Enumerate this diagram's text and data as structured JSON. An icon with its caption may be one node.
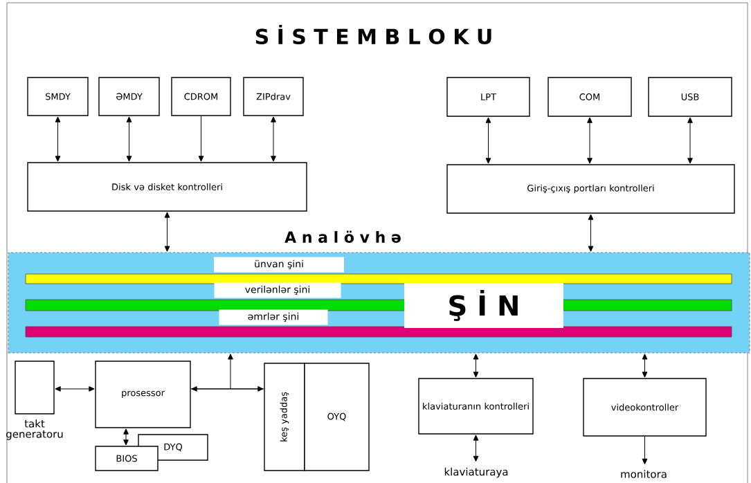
{
  "diagram": {
    "title": "S İ S T E M B L O K U",
    "nodes": [
      {
        "text": [
          "SMDY"
        ]
      },
      {
        "text": [
          "ƏMDY"
        ]
      },
      {
        "text": [
          "CDROM"
        ]
      },
      {
        "text": [
          "ZIPdrav"
        ]
      },
      {
        "text": [
          "LPT"
        ]
      },
      {
        "text": [
          "COM"
        ]
      },
      {
        "text": [
          "USB"
        ]
      },
      {
        "text": [
          "Disk və disket kontrolleri"
        ]
      },
      {
        "text": [
          "Giriş-çıxış portları kontrolleri"
        ]
      },
      {
        "text": [
          "A n a l ö v h ə"
        ]
      },
      {
        "text": [
          "ünvan şini"
        ],
        "in": 9
      },
      {
        "text": [
          "verilənlər şini"
        ],
        "in": 9
      },
      {
        "text": [
          "əmrlər şini"
        ],
        "in": 9
      },
      {
        "text": [
          "Ş İ N"
        ],
        "in": 9
      },
      {
        "text": [
          "takt generatoru"
        ]
      },
      {
        "text": [
          "prosessor"
        ]
      },
      {
        "text": [
          "DYQ"
        ]
      },
      {
        "text": [
          "BIOS"
        ]
      },
      {
        "text": [
          "keş yaddaş"
        ]
      },
      {
        "text": [
          "OYQ"
        ]
      },
      {
        "text": [
          "klaviaturanın kontrolleri"
        ]
      },
      {
        "text": [
          "videokontroller"
        ]
      },
      {
        "text": [
          "klaviaturaya"
        ]
      },
      {
        "text": [
          "monitora"
        ]
      }
    ],
    "edges": [
      {
        "from": 0,
        "to": 7,
        "arrow": "both"
      },
      {
        "from": 1,
        "to": 7,
        "arrow": "both"
      },
      {
        "from": 2,
        "to": 7,
        "arrow": "to"
      },
      {
        "from": 3,
        "to": 7,
        "arrow": "both"
      },
      {
        "from": 4,
        "to": 8,
        "arrow": "both"
      },
      {
        "from": 5,
        "to": 8,
        "arrow": "both"
      },
      {
        "from": 6,
        "to": 8,
        "arrow": "both"
      },
      {
        "from": 7,
        "to": 9,
        "arrow": "both"
      },
      {
        "from": 8,
        "to": 9,
        "arrow": "both"
      },
      {
        "from": 14,
        "to": 15,
        "arrow": "both"
      },
      {
        "from": 15,
        "to": 18,
        "arrow": "both"
      },
      {
        "from": 15,
        "to": 9,
        "arrow": "to"
      },
      {
        "from": 18,
        "to": 9,
        "arrow": "to"
      },
      {
        "from": 15,
        "to": 17,
        "arrow": "both"
      },
      {
        "from": 20,
        "to": 9,
        "arrow": "both"
      },
      {
        "from": 21,
        "to": 9,
        "arrow": "both"
      },
      {
        "from": 20,
        "to": 22,
        "arrow": "both"
      },
      {
        "from": 21,
        "to": 23,
        "arrow": "to"
      }
    ]
  }
}
